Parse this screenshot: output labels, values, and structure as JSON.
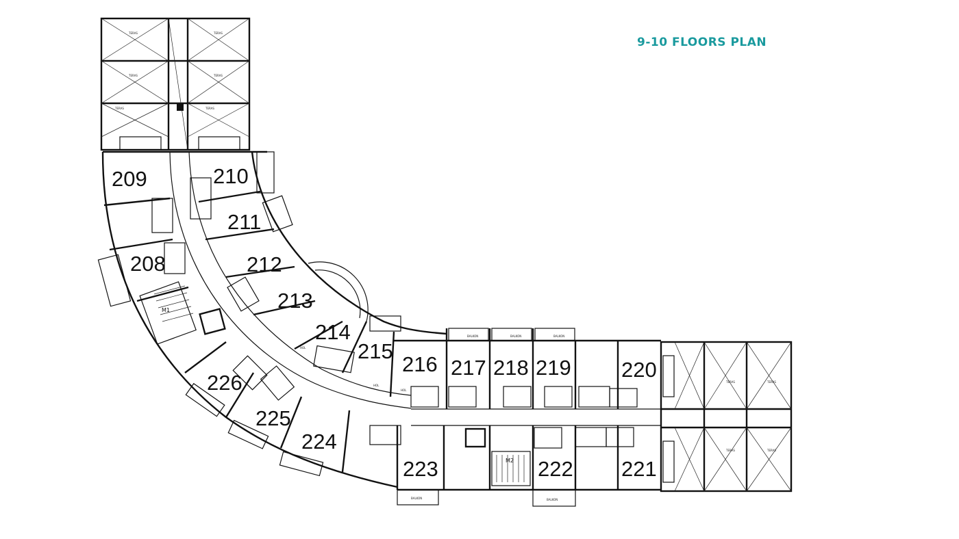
{
  "title": "9-10 FLOORS PLAN",
  "colors": {
    "title": "#1a9a9e",
    "walls": "#111111"
  },
  "rooms": [
    "209",
    "210",
    "211",
    "208",
    "212",
    "213",
    "214",
    "215",
    "216",
    "217",
    "218",
    "219",
    "220",
    "226",
    "225",
    "224",
    "223",
    "222",
    "221"
  ],
  "labels": {
    "terrace": "TERAS",
    "balcony": "BALKON",
    "hall": "HOL",
    "stair_1": "M1",
    "stair_2": "M2"
  }
}
